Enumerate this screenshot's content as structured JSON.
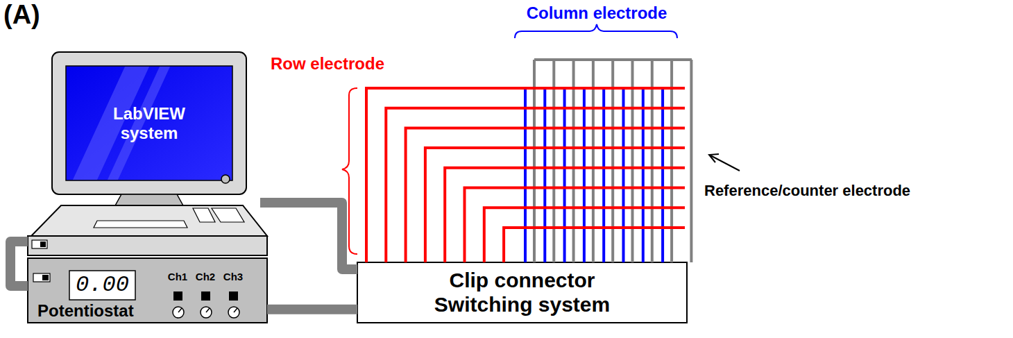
{
  "diagram": {
    "nodes": [
      {
        "text": [
          "LabVIEW system"
        ]
      },
      {
        "text": [
          "0.00",
          "Ch1",
          "Ch2",
          "Ch3",
          "Potentiostat"
        ]
      },
      {
        "text": [
          "Clip connector Switching system"
        ]
      }
    ],
    "edges": [
      {
        "from": 0,
        "to": 1,
        "arrow": "none"
      },
      {
        "from": 0,
        "to": 2,
        "arrow": "none"
      },
      {
        "from": 1,
        "to": 2,
        "arrow": "none"
      }
    ],
    "labels": [
      "(A)",
      "Row electrode",
      "Column electrode",
      "Reference/counter electrode"
    ]
  }
}
